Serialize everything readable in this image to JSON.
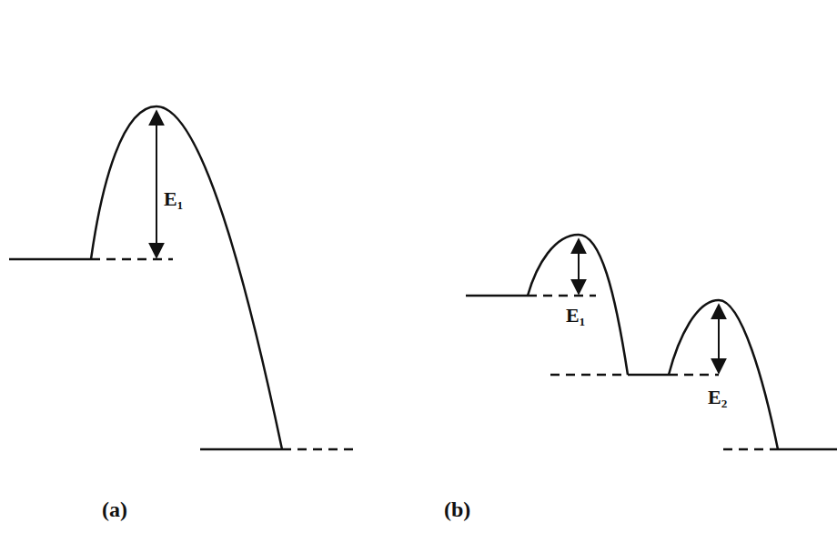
{
  "diagram": {
    "labels": [
      "E₁",
      "(a)",
      "E₁",
      "E₂",
      "(b)"
    ]
  }
}
